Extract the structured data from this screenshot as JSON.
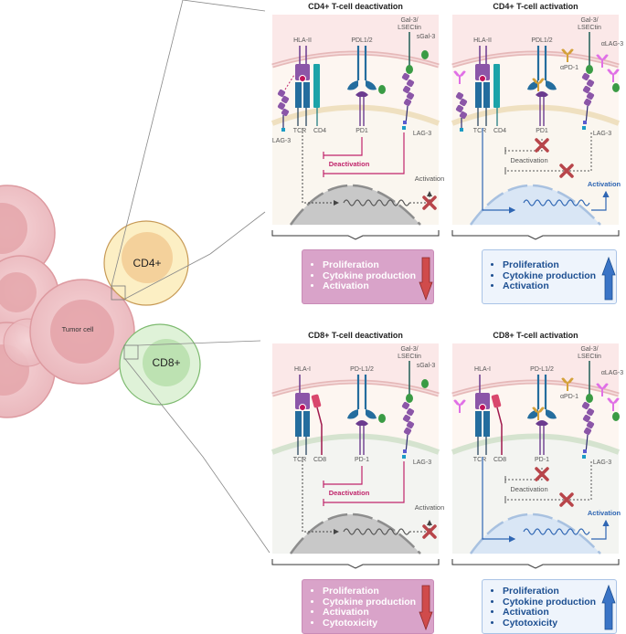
{
  "left": {
    "tumor_label": "Tumor cell",
    "cd4_label": "CD4+",
    "cd8_label": "CD8+"
  },
  "panels": [
    {
      "id": "cd4-deactivation",
      "title": "CD4+ T-cell deactivation",
      "labels": {
        "hla": "HLA-II",
        "pdl": "PDL1/2",
        "gal": "Gal-3/",
        "gal2": "LSECtin",
        "sgal": "sGal-3",
        "lag_left": "LAG-3",
        "tcr": "TCR",
        "co": "CD4",
        "pd1": "PD1",
        "lag_right": "LAG-3",
        "signal": "Deactivation",
        "outcome": "Activation"
      },
      "effects": [
        "Proliferation",
        "Cytokine production",
        "Activation"
      ],
      "trend": "down"
    },
    {
      "id": "cd4-activation",
      "title": "CD4+ T-cell activation",
      "labels": {
        "hla": "HLA-II",
        "pdl": "PDL1/2",
        "gal": "Gal-3/",
        "gal2": "LSECtin",
        "apd1": "αPD-1",
        "alag3": "αLAG-3",
        "tcr": "TCR",
        "co": "CD4",
        "pd1": "PD1",
        "lag_right": "LAG-3",
        "signal": "Deactivation",
        "outcome": "Activation"
      },
      "effects": [
        "Proliferation",
        "Cytokine production",
        "Activation"
      ],
      "trend": "up"
    },
    {
      "id": "cd8-deactivation",
      "title": "CD8+ T-cell deactivation",
      "labels": {
        "hla": "HLA-I",
        "pdl": "PD-L1/2",
        "gal": "Gal-3/",
        "gal2": "LSECtin",
        "sgal": "sGal-3",
        "tcr": "TCR",
        "co": "CD8",
        "pd1": "PD-1",
        "lag_right": "LAG-3",
        "signal": "Deactivation",
        "outcome": "Activation"
      },
      "effects": [
        "Proliferation",
        "Cytokine production",
        "Activation",
        "Cytotoxicity"
      ],
      "trend": "down"
    },
    {
      "id": "cd8-activation",
      "title": "CD8+ T-cell activation",
      "labels": {
        "hla": "HLA-I",
        "pdl": "PD-L1/2",
        "gal": "Gal-3/",
        "gal2": "LSECtin",
        "apd1": "αPD-1",
        "alag3": "αLAG-3",
        "tcr": "TCR",
        "co": "CD8",
        "pd1": "PD-1",
        "lag_right": "LAG-3",
        "signal": "Deactivation",
        "outcome": "Activation"
      },
      "effects": [
        "Proliferation",
        "Cytokine production",
        "Activation",
        "Cytotoxicity"
      ],
      "trend": "up"
    }
  ],
  "colors": {
    "deactivation": "#c0246b",
    "activation": "#2f66b3",
    "inhibited_x": "#b8454a",
    "down_arrow": "#d04b4b",
    "up_arrow": "#3a74c6",
    "neg_box": "#d9a3c9",
    "pos_box": "#eef4fc"
  }
}
